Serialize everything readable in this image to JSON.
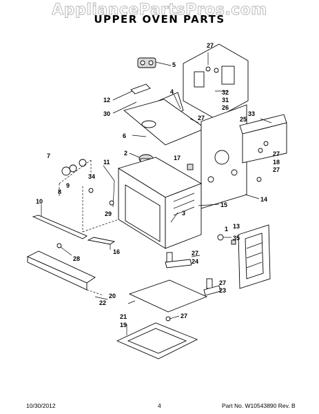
{
  "watermark": "AppliancePartsPros.com",
  "title": "UPPER OVEN PARTS",
  "footer": {
    "date": "10/30/2012",
    "page": "4",
    "part_number": "Part No. W10543890  Rev. B"
  },
  "callouts": [
    {
      "id": "5",
      "label": "5"
    },
    {
      "id": "27a",
      "label": "27"
    },
    {
      "id": "4",
      "label": "4"
    },
    {
      "id": "32",
      "label": "32"
    },
    {
      "id": "31",
      "label": "31"
    },
    {
      "id": "26",
      "label": "26"
    },
    {
      "id": "12",
      "label": "12"
    },
    {
      "id": "30",
      "label": "30"
    },
    {
      "id": "27b",
      "label": "27"
    },
    {
      "id": "33",
      "label": "33"
    },
    {
      "id": "25",
      "label": "25"
    },
    {
      "id": "6",
      "label": "6"
    },
    {
      "id": "27c",
      "label": "27"
    },
    {
      "id": "18",
      "label": "18"
    },
    {
      "id": "27d",
      "label": "27"
    },
    {
      "id": "2",
      "label": "2"
    },
    {
      "id": "7",
      "label": "7"
    },
    {
      "id": "11",
      "label": "11"
    },
    {
      "id": "17",
      "label": "17"
    },
    {
      "id": "34",
      "label": "34"
    },
    {
      "id": "8",
      "label": "8"
    },
    {
      "id": "9",
      "label": "9"
    },
    {
      "id": "14",
      "label": "14"
    },
    {
      "id": "10",
      "label": "10"
    },
    {
      "id": "15",
      "label": "15"
    },
    {
      "id": "3",
      "label": "3"
    },
    {
      "id": "29",
      "label": "29"
    },
    {
      "id": "13",
      "label": "13"
    },
    {
      "id": "1",
      "label": "1"
    },
    {
      "id": "35",
      "label": "35"
    },
    {
      "id": "16",
      "label": "16"
    },
    {
      "id": "28",
      "label": "28"
    },
    {
      "id": "27e",
      "label": "27"
    },
    {
      "id": "24",
      "label": "24"
    },
    {
      "id": "27f",
      "label": "27"
    },
    {
      "id": "23",
      "label": "23"
    },
    {
      "id": "20",
      "label": "20"
    },
    {
      "id": "22",
      "label": "22"
    },
    {
      "id": "21",
      "label": "21"
    },
    {
      "id": "27g",
      "label": "27"
    },
    {
      "id": "19",
      "label": "19"
    }
  ]
}
